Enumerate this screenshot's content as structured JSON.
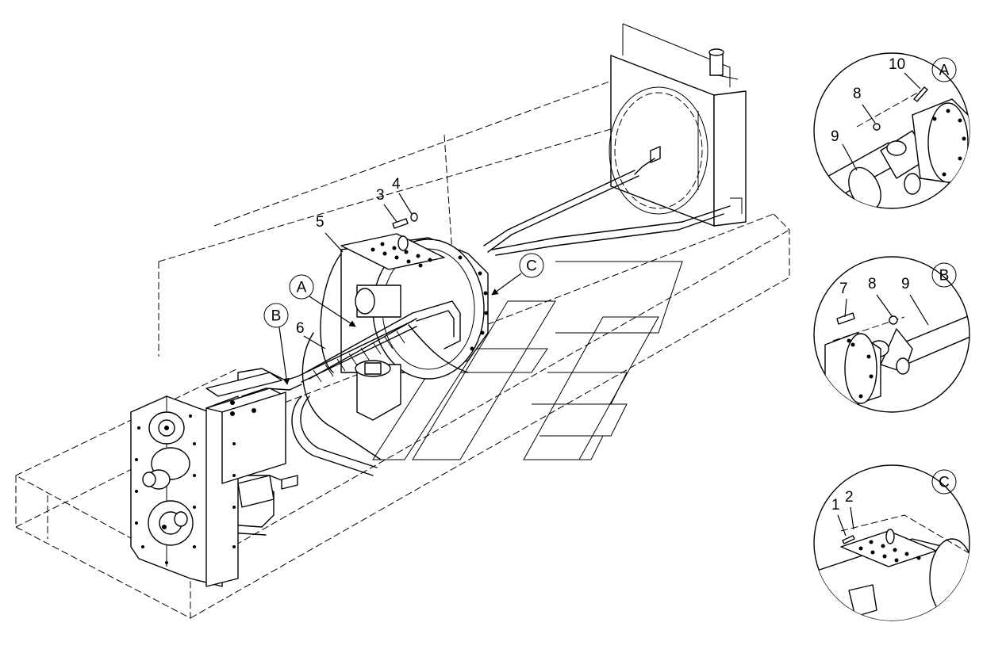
{
  "callouts": {
    "detail_a": "A",
    "detail_b": "B",
    "detail_c": "C"
  },
  "part_numbers": {
    "p1": "1",
    "p2": "2",
    "p3": "3",
    "p4": "4",
    "p5": "5",
    "p6": "6",
    "p7": "7",
    "p8": "8",
    "p9": "9",
    "p10": "10"
  }
}
